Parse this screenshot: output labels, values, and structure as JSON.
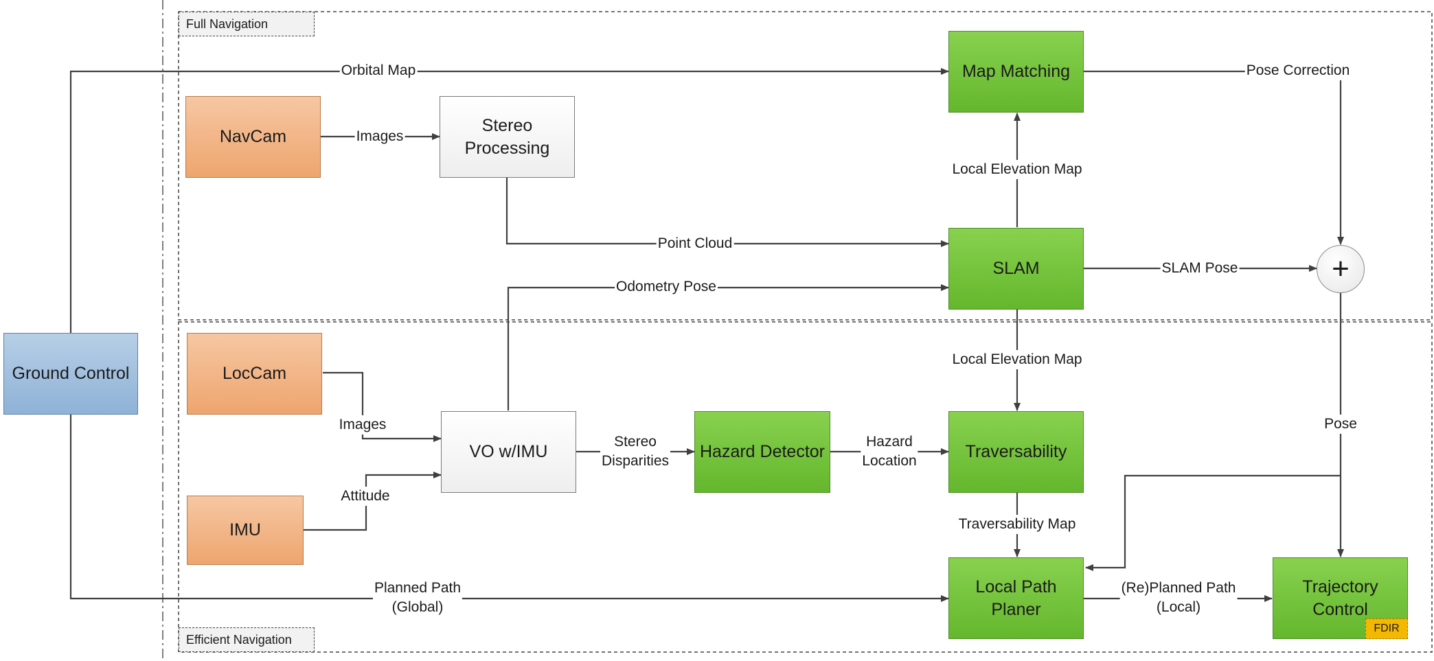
{
  "regions": {
    "full_navigation": "Full Navigation",
    "efficient_navigation": "Efficient Navigation"
  },
  "blocks": {
    "ground_control": "Ground Control",
    "navcam": "NavCam",
    "stereo_processing": "Stereo\nProcessing",
    "map_matching": "Map Matching",
    "slam": "SLAM",
    "loccam": "LocCam",
    "imu": "IMU",
    "vo_imu": "VO w/IMU",
    "hazard_detector": "Hazard Detector",
    "traversability": "Traversability",
    "local_path_planer": "Local Path\nPlaner",
    "trajectory_control": "Trajectory\nControl",
    "sum_symbol": "+",
    "fdir_badge": "FDIR"
  },
  "edge_labels": {
    "orbital_map": "Orbital Map",
    "images_navcam": "Images",
    "pose_correction": "Pose Correction",
    "local_elevation_map_top": "Local Elevation Map",
    "point_cloud": "Point Cloud",
    "slam_pose": "SLAM Pose",
    "odometry_pose": "Odometry Pose",
    "local_elevation_map_bottom": "Local Elevation Map",
    "images_loccam": "Images",
    "pose": "Pose",
    "stereo_disparities": "Stereo\nDisparities",
    "hazard_location": "Hazard\nLocation",
    "attitude": "Attitude",
    "traversability_map": "Traversability Map",
    "planned_path_global": "Planned Path\n(Global)",
    "replanned_path_local": "(Re)Planned Path\n(Local)"
  },
  "colors": {
    "sensor_orange": "#eea56e",
    "module_green": "#64b72d",
    "processing_white": "#eeeeee",
    "ground_blue": "#8fb2d7",
    "fdir_amber": "#f5b800",
    "wire": "#3f3f3f"
  }
}
